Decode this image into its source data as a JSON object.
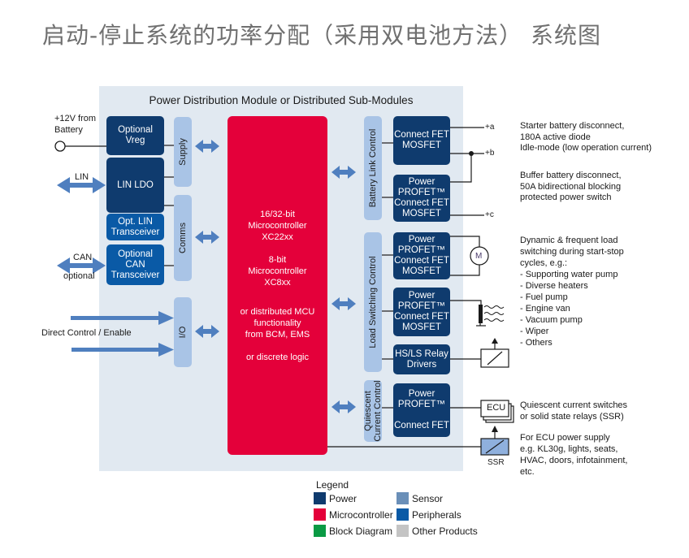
{
  "title": "启动-停止系统的功率分配（采用双电池方法） 系统图",
  "module": {
    "title": "Power Distribution Module or Distributed Sub-Modules"
  },
  "inputs": {
    "battery": "+12V from\nBattery",
    "lin": "LIN",
    "can": "CAN",
    "can_optional": "optional",
    "direct_control": "Direct Control / Enable"
  },
  "left_blocks": {
    "vreg": "Optional\nVreg",
    "lin_ldo": "LIN LDO",
    "lin_transceiver": "Opt. LIN\nTransceiver",
    "can_transceiver": "Optional\nCAN\nTransceiver"
  },
  "buses": {
    "supply": "Supply",
    "comms": "Comms",
    "io": "I/O",
    "battery_link": "Battery Link Control",
    "load_switching": "Load Switching Control",
    "quiescent": "Quiescent\nCurrent Control"
  },
  "mcu": {
    "line1": "16/32-bit\nMicrocontroller\nXC22xx",
    "line2": "8-bit\nMicrocontroller\nXC8xx",
    "line3": "or distributed MCU\nfunctionality\nfrom BCM, EMS",
    "line4": "or discrete logic"
  },
  "right_blocks": {
    "connect_fet": "Connect FET\nMOSFET",
    "profet_connect_1": "Power\nPROFET™\nConnect FET\nMOSFET",
    "profet_load_1": "Power\nPROFET™\nConnect FET\nMOSFET",
    "profet_load_2": "Power\nPROFET™\nConnect FET\nMOSFET",
    "relay_drivers": "HS/LS Relay\nDrivers",
    "profet_quiescent": "Power\nPROFET™\n\nConnect FET"
  },
  "terminals": {
    "a": "+a",
    "b": "+b",
    "c": "+c"
  },
  "symbols": {
    "motor": "M",
    "ecu": "ECU",
    "ssr": "SSR"
  },
  "descriptions": {
    "starter": "Starter battery disconnect,\n180A active diode\nIdle-mode (low operation current)",
    "buffer": "Buffer battery disconnect,\n50A bidirectional blocking\nprotected power switch",
    "dynamic": "Dynamic & frequent load\nswitching during start-stop\ncycles, e.g.:\n- Supporting water pump\n- Diverse heaters\n- Fuel pump\n- Engine van\n- Vacuum pump\n- Wiper\n- Others",
    "quiescent": "Quiescent current switches\nor solid state relays (SSR)",
    "ecu_supply": "For ECU power supply\ne.g. KL30g, lights, seats,\nHVAC, doors, infotainment,\netc."
  },
  "legend": {
    "title": "Legend",
    "items": [
      {
        "label": "Power",
        "color": "#0f3b6e"
      },
      {
        "label": "Microcontroller",
        "color": "#e4003a"
      },
      {
        "label": "Block Diagram",
        "color": "#0a9a44"
      },
      {
        "label": "Sensor",
        "color": "#6a8fb8"
      },
      {
        "label": "Peripherals",
        "color": "#0a5aa6"
      },
      {
        "label": "Other Products",
        "color": "#c4c4c4"
      }
    ]
  },
  "colors": {
    "power": "#0f3b6e",
    "peripherals": "#0a5aa6",
    "microcontroller": "#e4003a",
    "bus": "#a9c4e6",
    "arrow": "#4f7fbf",
    "module_bg": "#e1e9f1"
  }
}
